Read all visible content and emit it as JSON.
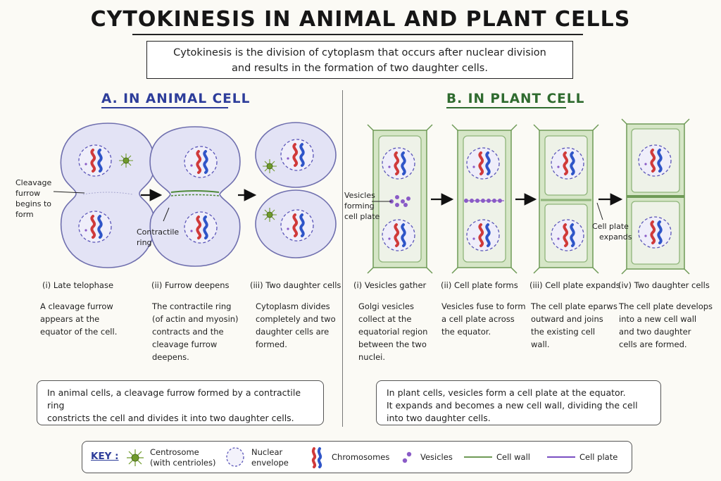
{
  "title": "CYTOKINESIS IN ANIMAL AND PLANT CELLS",
  "definition": {
    "line1": "Cytokinesis is the division of cytoplasm that occurs after nuclear division",
    "line2": "and results in the formation of two daughter cells."
  },
  "animal": {
    "heading": "A. IN ANIMAL CELL",
    "annotations": {
      "cleavage": [
        "Cleavage",
        "furrow",
        "begins to",
        "form"
      ],
      "ring": [
        "Contractile",
        "ring"
      ]
    },
    "stages": [
      {
        "caption": "(i) Late telophase",
        "desc": [
          "A cleavage furrow",
          "appears at the",
          "equator of the cell."
        ]
      },
      {
        "caption": "(ii) Furrow deepens",
        "desc": [
          "The contractile ring",
          "(of actin and myosin)",
          "contracts and the",
          "cleavage furrow",
          "deepens."
        ]
      },
      {
        "caption": "(iii) Two daughter cells",
        "desc": [
          "Cytoplasm divides",
          "completely and two",
          "daughter cells are",
          "formed."
        ]
      }
    ],
    "summary": [
      "In animal cells, a cleavage furrow formed by a contractile ring",
      "constricts the cell and divides it into two daughter cells."
    ]
  },
  "plant": {
    "heading": "B. IN PLANT CELL",
    "annotations": {
      "vesicles": [
        "Vesicles",
        "forming",
        "cell plate"
      ],
      "plate": [
        "Cell plate",
        "expands"
      ]
    },
    "stages": [
      {
        "caption": "(i) Vesicles gather",
        "desc": [
          "Golgi vesicles",
          "collect at the",
          "equatorial region",
          "between the two",
          "nuclei."
        ]
      },
      {
        "caption": "(ii) Cell plate forms",
        "desc": [
          "Vesicles fuse to form",
          "a cell plate across",
          "the equator."
        ]
      },
      {
        "caption": "(iii) Cell plate expands",
        "desc": [
          "The cell plate eparws",
          "outward and joins",
          "the existing cell",
          "wall."
        ]
      },
      {
        "caption": "(iv) Two daughter cells",
        "desc": [
          "The cell plate develops",
          "into a new cell wall",
          "and two daughter",
          "cells are formed."
        ]
      }
    ],
    "summary": [
      "In plant cells, vesicles form a cell plate at the equator.",
      "It expands and becomes a new cell wall, dividing the cell",
      "into two daughter cells."
    ]
  },
  "key": {
    "label": "KEY :",
    "items": [
      {
        "icon": "centrosome-icon",
        "label": [
          "Centrosome",
          "(with centrioles)"
        ]
      },
      {
        "icon": "nuclear-envelope-icon",
        "label": [
          "Nuclear",
          "envelope"
        ]
      },
      {
        "icon": "chromosome-icon",
        "label": [
          "Chromosomes"
        ]
      },
      {
        "icon": "vesicles-icon",
        "label": [
          "Vesicles"
        ]
      },
      {
        "icon": "cell-wall-line-icon",
        "label": [
          "Cell wall"
        ]
      },
      {
        "icon": "cell-plate-line-icon",
        "label": [
          "Cell plate"
        ]
      }
    ]
  },
  "colors": {
    "animal_heading": "#2d3d9a",
    "plant_heading": "#2f6b2f",
    "cytoplasm_animal": "#e3e3f5",
    "cell_wall": "#8fb57a",
    "cytoplasm_plant": "#eef2e8",
    "chromosome_red": "#d03a3a",
    "chromosome_blue": "#2f55c8",
    "vesicle": "#8a5bc7",
    "centrosome": "#6f9a2a"
  }
}
